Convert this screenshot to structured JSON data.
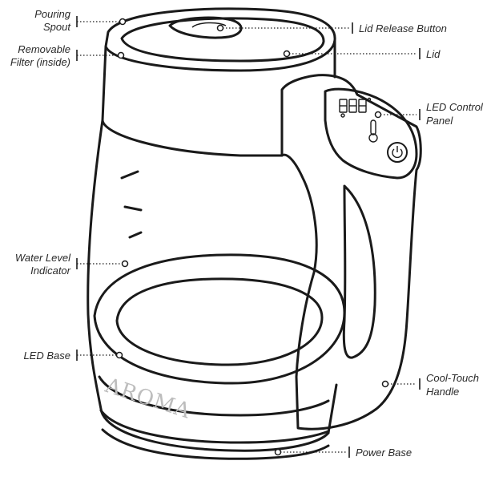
{
  "diagram": {
    "brand": "AROMA",
    "labels": {
      "pouring_spout": [
        "Pouring",
        "Spout"
      ],
      "removable_filter": [
        "Removable",
        "Filter (inside)"
      ],
      "lid_release_button": "Lid Release Button",
      "lid": "Lid",
      "led_control_panel": [
        "LED Control",
        "Panel"
      ],
      "water_level_indicator": [
        "Water Level",
        "Indicator"
      ],
      "led_base": "LED Base",
      "cool_touch_handle": [
        "Cool-Touch",
        "Handle"
      ],
      "power_base": "Power Base"
    }
  }
}
